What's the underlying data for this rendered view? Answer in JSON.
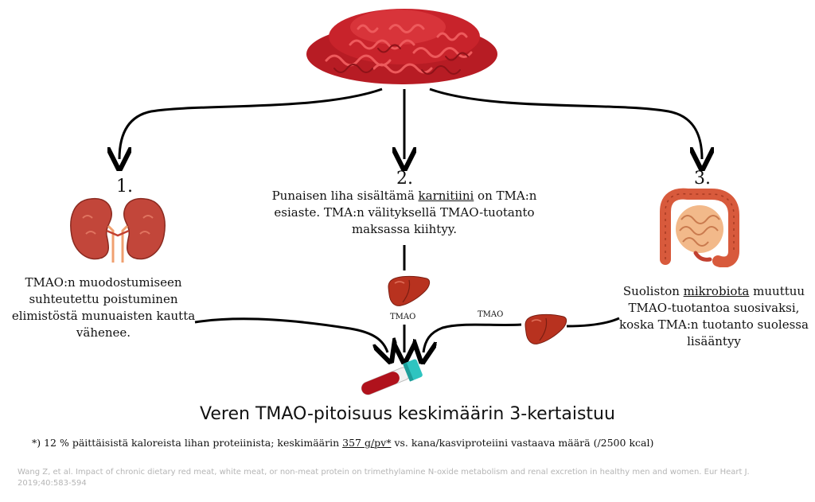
{
  "steps": [
    {
      "number": "1.",
      "text": "TMAO:n muodostumiseen suhteutettu poistuminen elimistöstä munuaisten kautta vähenee."
    },
    {
      "number": "2.",
      "text_before": "Punaisen liha sisältämä ",
      "text_underlined": "karnitiini",
      "text_after": " on TMA:n esiaste. TMA:n välityksellä TMAO-tuotanto maksassa kiihtyy."
    },
    {
      "number": "3.",
      "text_before": "Suoliston ",
      "text_underlined": "mikrobiota",
      "text_after": " muuttuu TMAO-tuotantoa suosivaksi, koska TMA:n tuotanto suolessa lisääntyy"
    }
  ],
  "arrow_labels": {
    "liver_center": "TMAO",
    "liver_right": "TMAO"
  },
  "headline": "Veren TMAO-pitoisuus keskimäärin 3-kertaistuu",
  "footnote": {
    "before": "*) 12 % päittäisistä kaloreista lihan proteiinista; keskimäärin ",
    "underlined": "357 g/pv*",
    "after": " vs. kana/kasviproteiini vastaava määrä (/2500 kcal)"
  },
  "citation": "Wang Z, et al. Impact of chronic dietary red meat, white meat, or non-meat protein on trimethylamine N-oxide metabolism and renal excretion in healthy men and women. Eur Heart J. 2019;40:583-594",
  "colors": {
    "meat": "#c8232b",
    "kidney": "#c2463a",
    "liver": "#b8321f",
    "intestine": "#d85a3c",
    "tube_cap": "#2ec4c0",
    "blood": "#b0121c",
    "citation": "#b5b5b5"
  }
}
